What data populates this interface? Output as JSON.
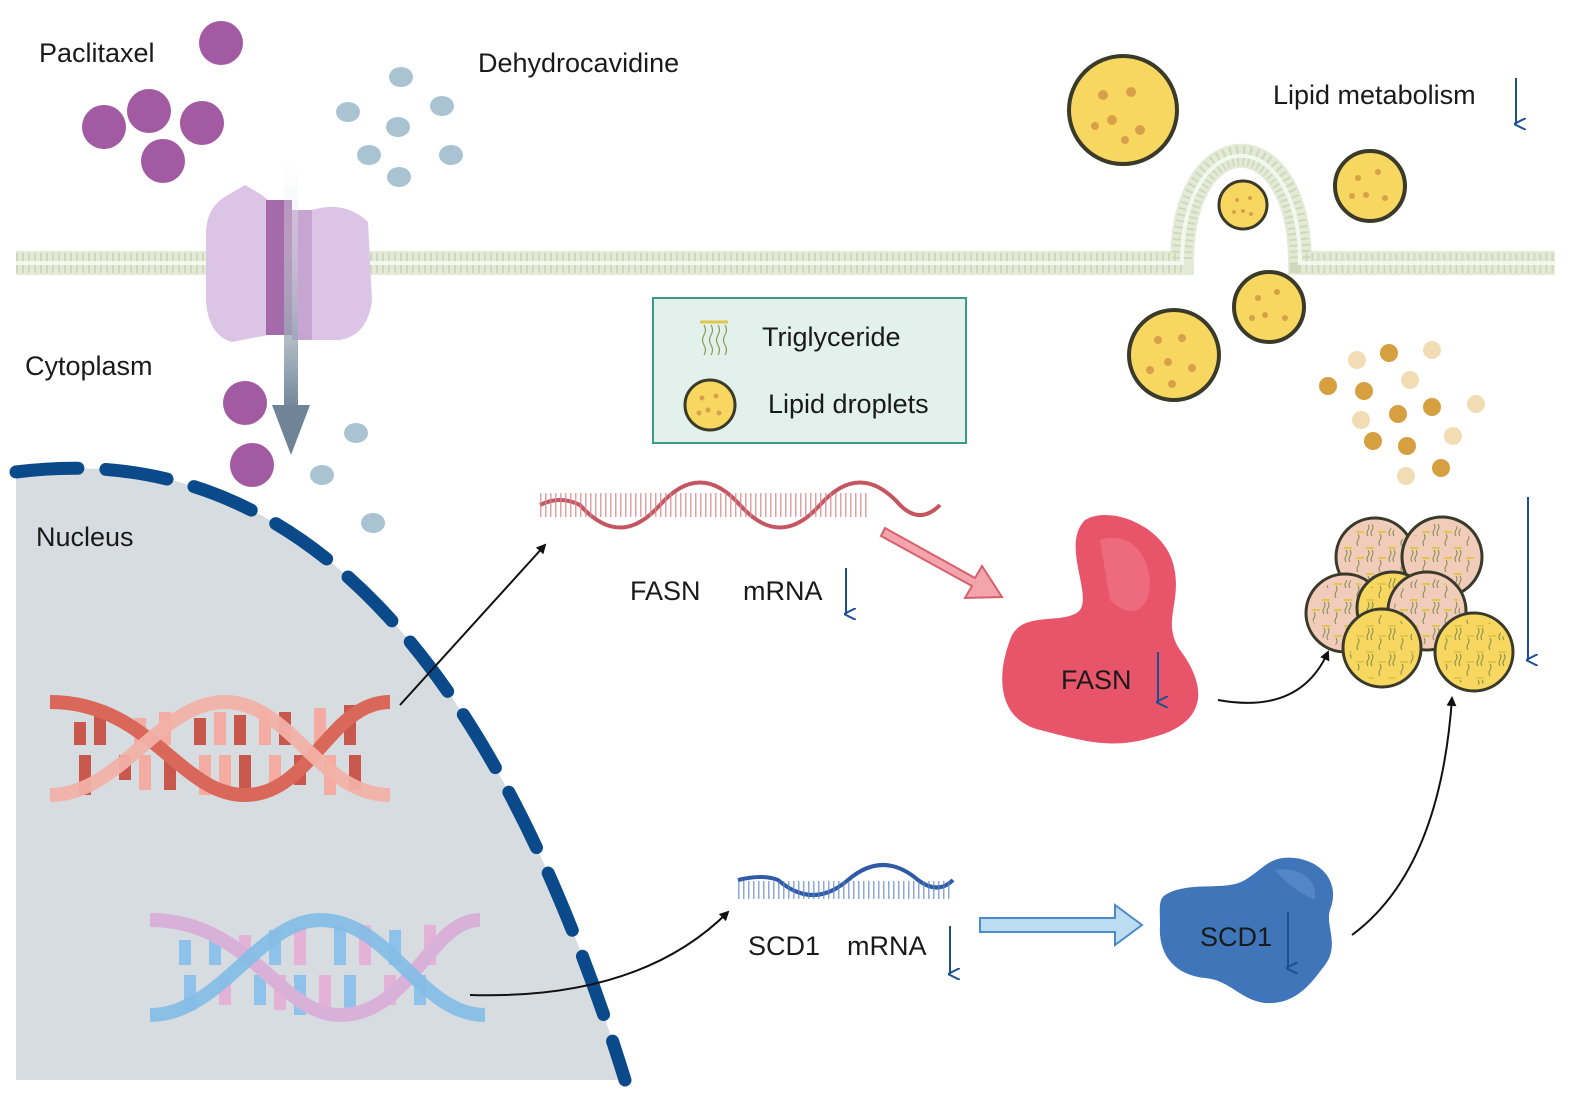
{
  "labels": {
    "paclitaxel": "Paclitaxel",
    "dehydrocavidine": "Dehydrocavidine",
    "cytoplasm": "Cytoplasm",
    "nucleus": "Nucleus",
    "lipid_metabolism": "Lipid metabolism",
    "fasn_mrna_gene": "FASN",
    "fasn_mrna_word": "mRNA",
    "fasn_protein": "FASN",
    "scd1_mrna_gene": "SCD1",
    "scd1_mrna_word": "mRNA",
    "scd1_protein": "SCD1"
  },
  "legend": {
    "items": [
      {
        "icon": "triglyceride-icon",
        "label": "Triglyceride"
      },
      {
        "icon": "lipid-droplet-icon",
        "label": "Lipid droplets"
      }
    ]
  },
  "colors": {
    "paclitaxel": "#a25aa3",
    "dehydrocavidine": "#a9c3d3",
    "nucleus_fill": "#d7dce1",
    "nuclear_envelope": "#0b4a8a",
    "fasn": "#e8556a",
    "scd1": "#3f76b9",
    "down_arrow": "#1d4f93",
    "lipid_droplet": "#f7d760",
    "legend_bg": "#e2f1ec",
    "legend_border": "#3a9a84"
  },
  "indicators": {
    "fasn_mrna": "down",
    "fasn_protein": "down",
    "scd1_mrna": "down",
    "scd1_protein": "down",
    "lipid_metabolism": "down",
    "lipid_accumulation": "down"
  }
}
